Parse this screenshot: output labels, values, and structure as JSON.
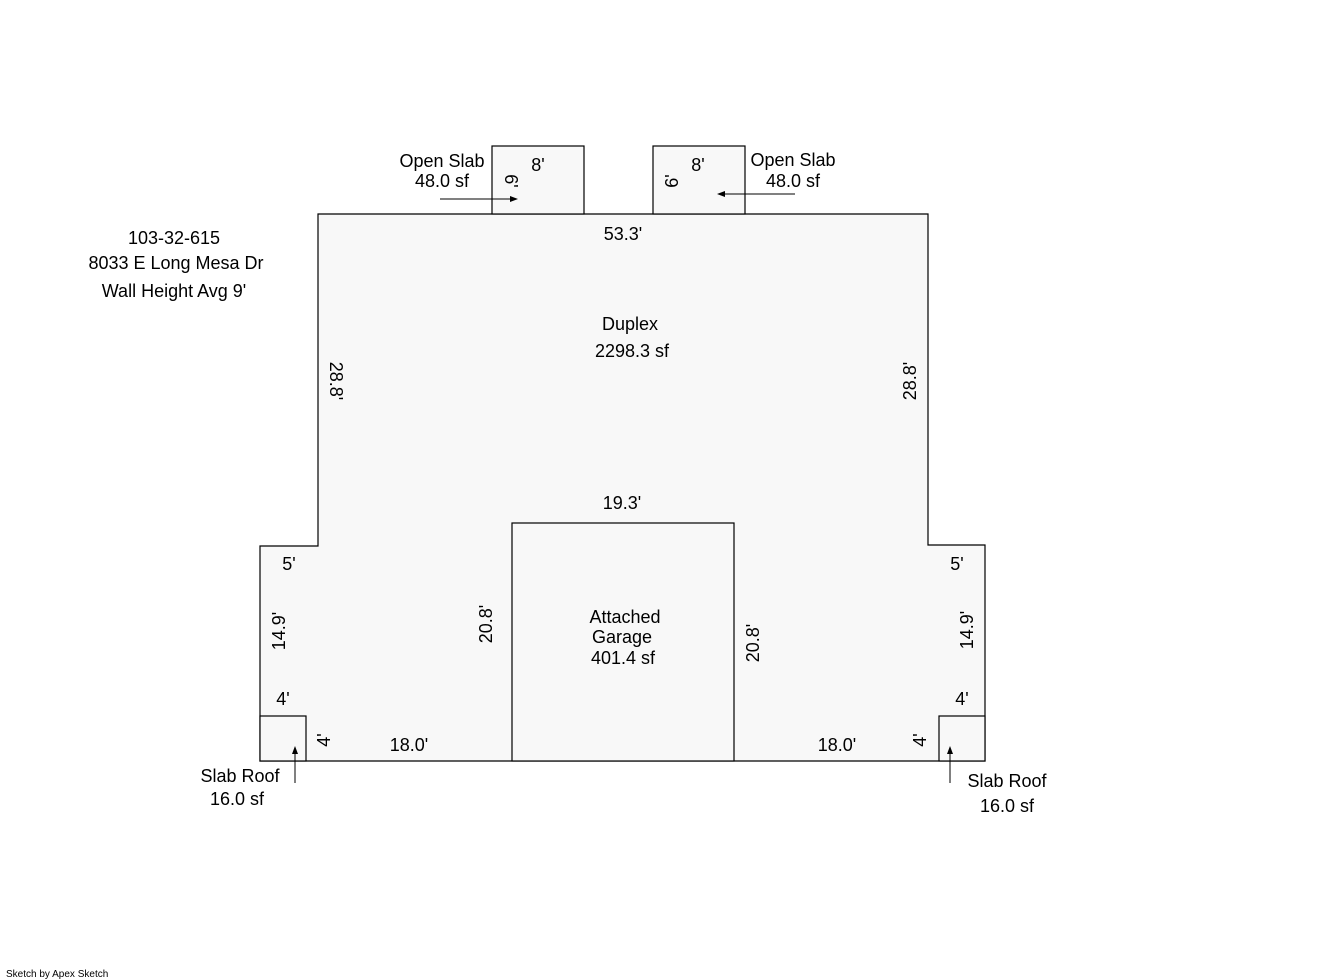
{
  "property": {
    "parcel": "103-32-615",
    "address": "8033 E Long Mesa Dr",
    "wall_height": "Wall Height Avg 9'"
  },
  "areas": {
    "duplex": {
      "name": "Duplex",
      "area": "2298.3 sf"
    },
    "garage": {
      "name_line1": "Attached",
      "name_line2": "Garage",
      "area": "401.4 sf"
    },
    "open_slab_left": {
      "name": "Open Slab",
      "area": "48.0 sf"
    },
    "open_slab_right": {
      "name": "Open Slab",
      "area": "48.0 sf"
    },
    "slab_roof_left": {
      "name": "Slab Roof",
      "area": "16.0 sf"
    },
    "slab_roof_right": {
      "name": "Slab Roof",
      "area": "16.0 sf"
    }
  },
  "dimensions": {
    "duplex_top": "53.3'",
    "duplex_left": "28.8'",
    "duplex_right": "28.8'",
    "left_step": "5'",
    "right_step": "5'",
    "left_lower_side": "14.9'",
    "right_lower_side": "14.9'",
    "left_bottom": "18.0'",
    "right_bottom": "18.0'",
    "garage_top": "19.3'",
    "garage_left": "20.8'",
    "garage_right": "20.8'",
    "slab_left_width": "8'",
    "slab_left_depth": "6'",
    "slab_right_width": "8'",
    "slab_right_depth": "6'",
    "roof_left_width": "4'",
    "roof_left_depth": "4'",
    "roof_right_width": "4'",
    "roof_right_depth": "4'"
  },
  "footer": {
    "credit": "Sketch by Apex Sketch"
  }
}
